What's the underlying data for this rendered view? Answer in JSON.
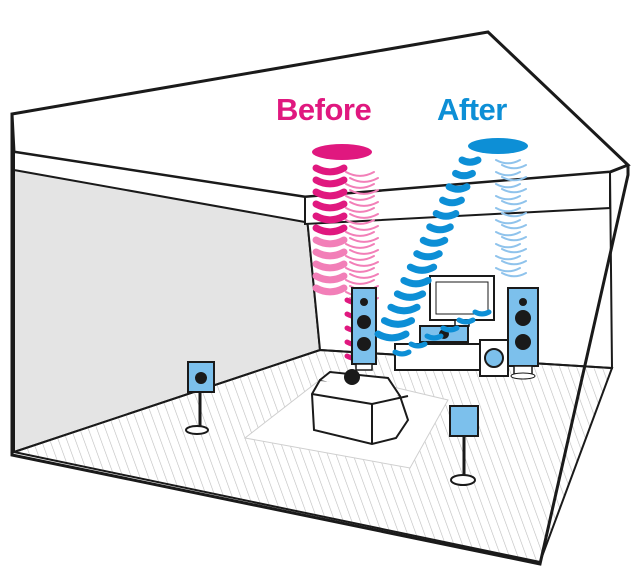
{
  "labels": {
    "before": "Before",
    "after": "After"
  },
  "colors": {
    "before": "#e0187f",
    "before_light": "#f27fb8",
    "after": "#0d8fd6",
    "after_light": "#8fc3ec",
    "speaker_blue": "#7cc0ec",
    "wall_shade": "#e4e4e4",
    "outline": "#1a1a1a"
  },
  "icons": [
    "room-outline",
    "front-speaker-left",
    "front-speaker-right",
    "center-speaker",
    "subwoofer",
    "surround-speaker-left",
    "surround-speaker-right",
    "tv-screen",
    "sofa",
    "listener-head",
    "floor-rug",
    "sound-wave-before",
    "sound-wave-after"
  ]
}
